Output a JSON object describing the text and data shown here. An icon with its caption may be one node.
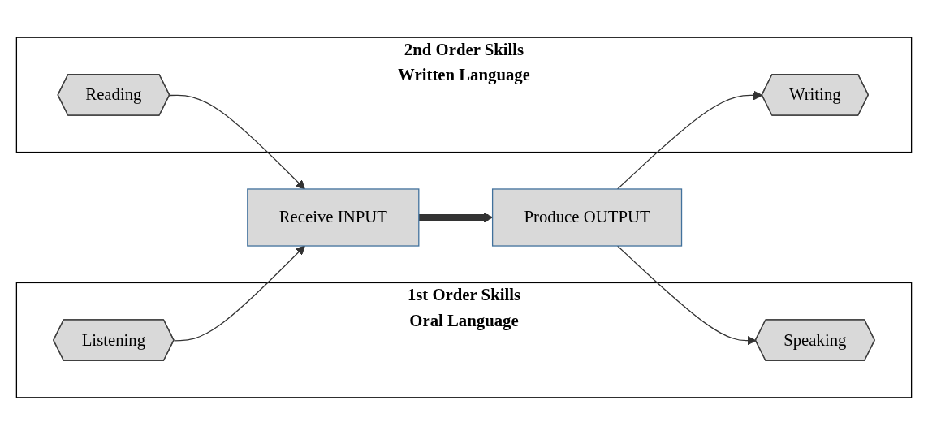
{
  "diagram": {
    "nodes": [
      {
        "text": [
          "1st Order Skills",
          "Oral Language"
        ]
      },
      {
        "text": [
          "Listening"
        ],
        "in": 0
      },
      {
        "text": [
          "Speaking"
        ],
        "in": 0
      },
      {
        "text": [
          "Receive INPUT"
        ]
      },
      {
        "text": [
          "Produce OUTPUT"
        ]
      },
      {
        "text": [
          "2nd Order Skills",
          "Written Language"
        ]
      },
      {
        "text": [
          "Reading"
        ],
        "in": 5
      },
      {
        "text": [
          "Writing"
        ],
        "in": 5
      }
    ],
    "edges": [
      {
        "from": 1,
        "to": 3,
        "arrow": "to"
      },
      {
        "from": 6,
        "to": 3,
        "arrow": "to"
      },
      {
        "from": 3,
        "to": 4,
        "arrow": "to",
        "style": "thick"
      },
      {
        "from": 4,
        "to": 2,
        "arrow": "to"
      },
      {
        "from": 4,
        "to": 7,
        "arrow": "to"
      }
    ]
  }
}
